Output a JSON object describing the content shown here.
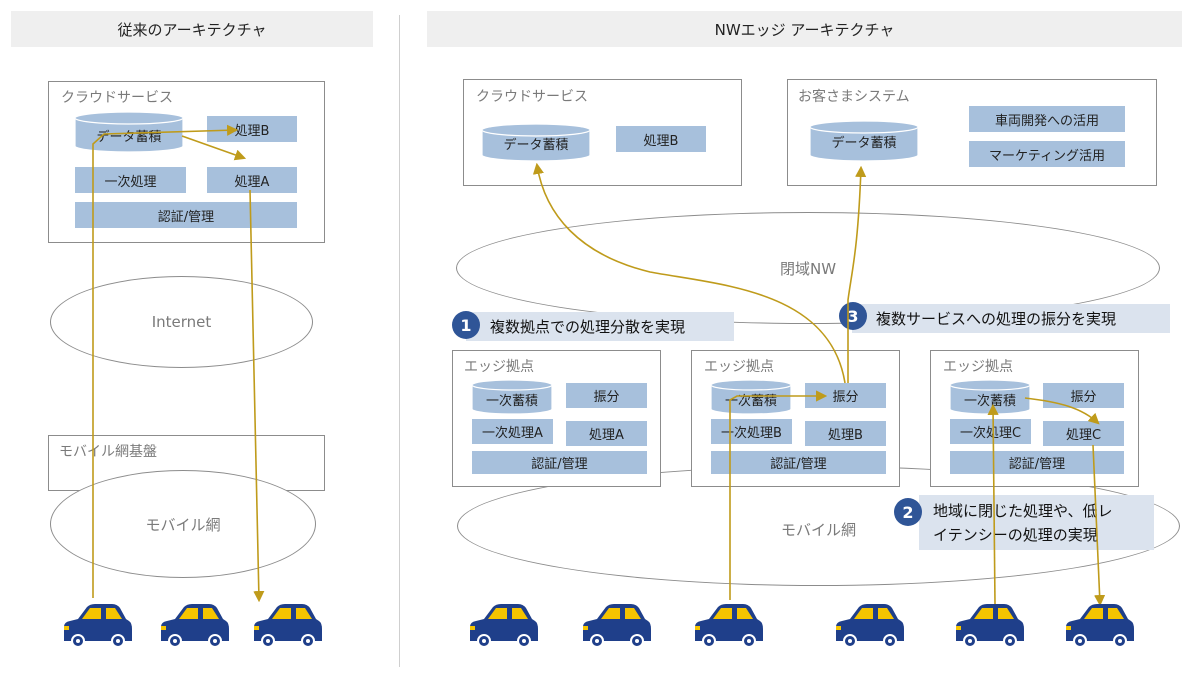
{
  "headers": {
    "left": "従来のアーキテクチャ",
    "right": "NWエッジ アーキテクチャ"
  },
  "legacy": {
    "cloud": {
      "title": "クラウドサービス",
      "storage": "データ蓄積",
      "processB": "処理B",
      "primary": "一次処理",
      "processA": "処理A",
      "auth": "認証/管理"
    },
    "internet": "Internet",
    "mobile_base": "モバイル網基盤",
    "mobile": "モバイル網"
  },
  "edge": {
    "cloud": {
      "title": "クラウドサービス",
      "storage": "データ蓄積",
      "processB": "処理B"
    },
    "customer": {
      "title": "お客さまシステム",
      "storage": "データ蓄積",
      "use1": "車両開発への活用",
      "use2": "マーケティング活用"
    },
    "closed_nw": "閉域NW",
    "mobile": "モバイル網",
    "sites": [
      {
        "title": "エッジ拠点",
        "storage": "一次蓄積",
        "dist": "振分",
        "primary": "一次処理A",
        "proc": "処理A",
        "auth": "認証/管理"
      },
      {
        "title": "エッジ拠点",
        "storage": "一次蓄積",
        "dist": "振分",
        "primary": "一次処理B",
        "proc": "処理B",
        "auth": "認証/管理"
      },
      {
        "title": "エッジ拠点",
        "storage": "一次蓄積",
        "dist": "振分",
        "primary": "一次処理C",
        "proc": "処理C",
        "auth": "認証/管理"
      }
    ],
    "callouts": [
      {
        "num": "1",
        "text": "複数拠点での処理分散を実現"
      },
      {
        "num": "2",
        "line1": "地域に閉じた処理や、低レ",
        "line2": "イテンシーの処理の実現"
      },
      {
        "num": "3",
        "text": "複数サービスへの処理の振分を実現"
      }
    ]
  },
  "colors": {
    "block": "#a7c0dc",
    "arrow": "#bf9b1b",
    "car_body": "#1f3f8a",
    "car_window": "#f5c400",
    "badge": "#2f5597",
    "callout_bg": "#dbe3ee"
  },
  "icons": [
    "car-icon",
    "database-icon",
    "arrow-icon"
  ]
}
